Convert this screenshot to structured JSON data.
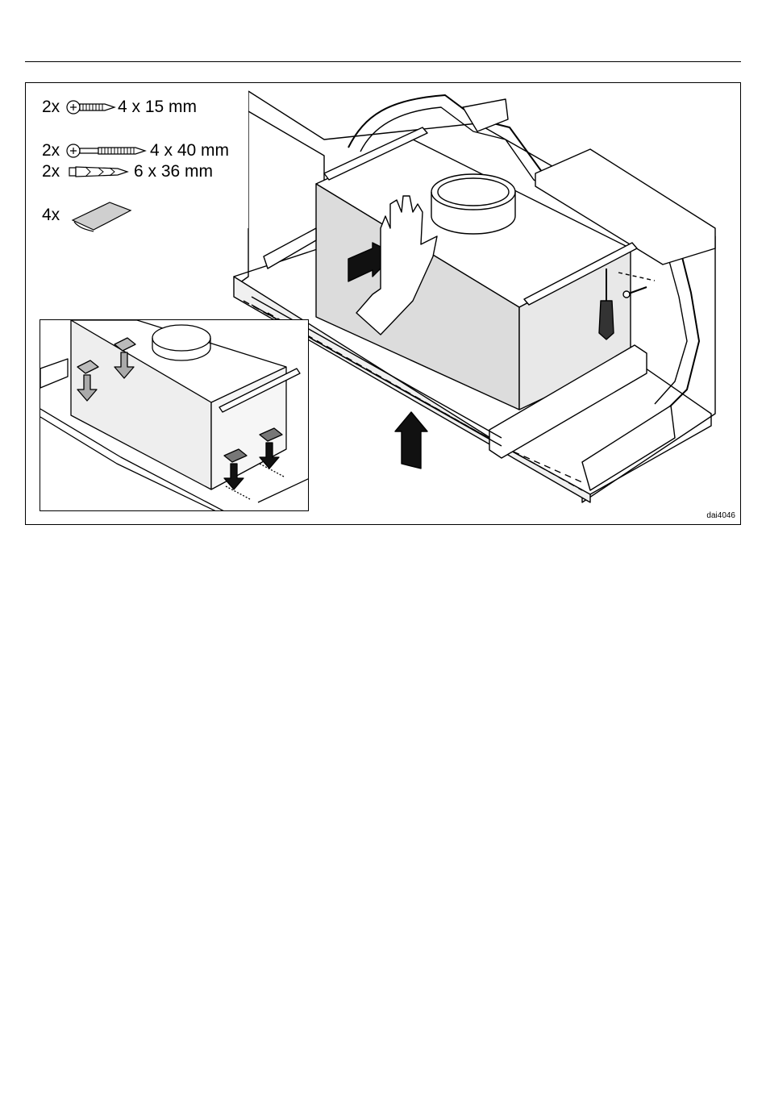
{
  "figure": {
    "id_label": "dai4046",
    "parts": [
      {
        "qty": "2x",
        "icon": "short-screw-icon",
        "size": "4 x 15 mm"
      },
      {
        "qty": "2x",
        "icon": "long-screw-icon",
        "size": "4 x 40 mm"
      },
      {
        "qty": "2x",
        "icon": "wall-plug-icon",
        "size": "6 x 36 mm"
      },
      {
        "qty": "4x",
        "icon": "adhesive-pad-icon",
        "size": ""
      }
    ]
  }
}
